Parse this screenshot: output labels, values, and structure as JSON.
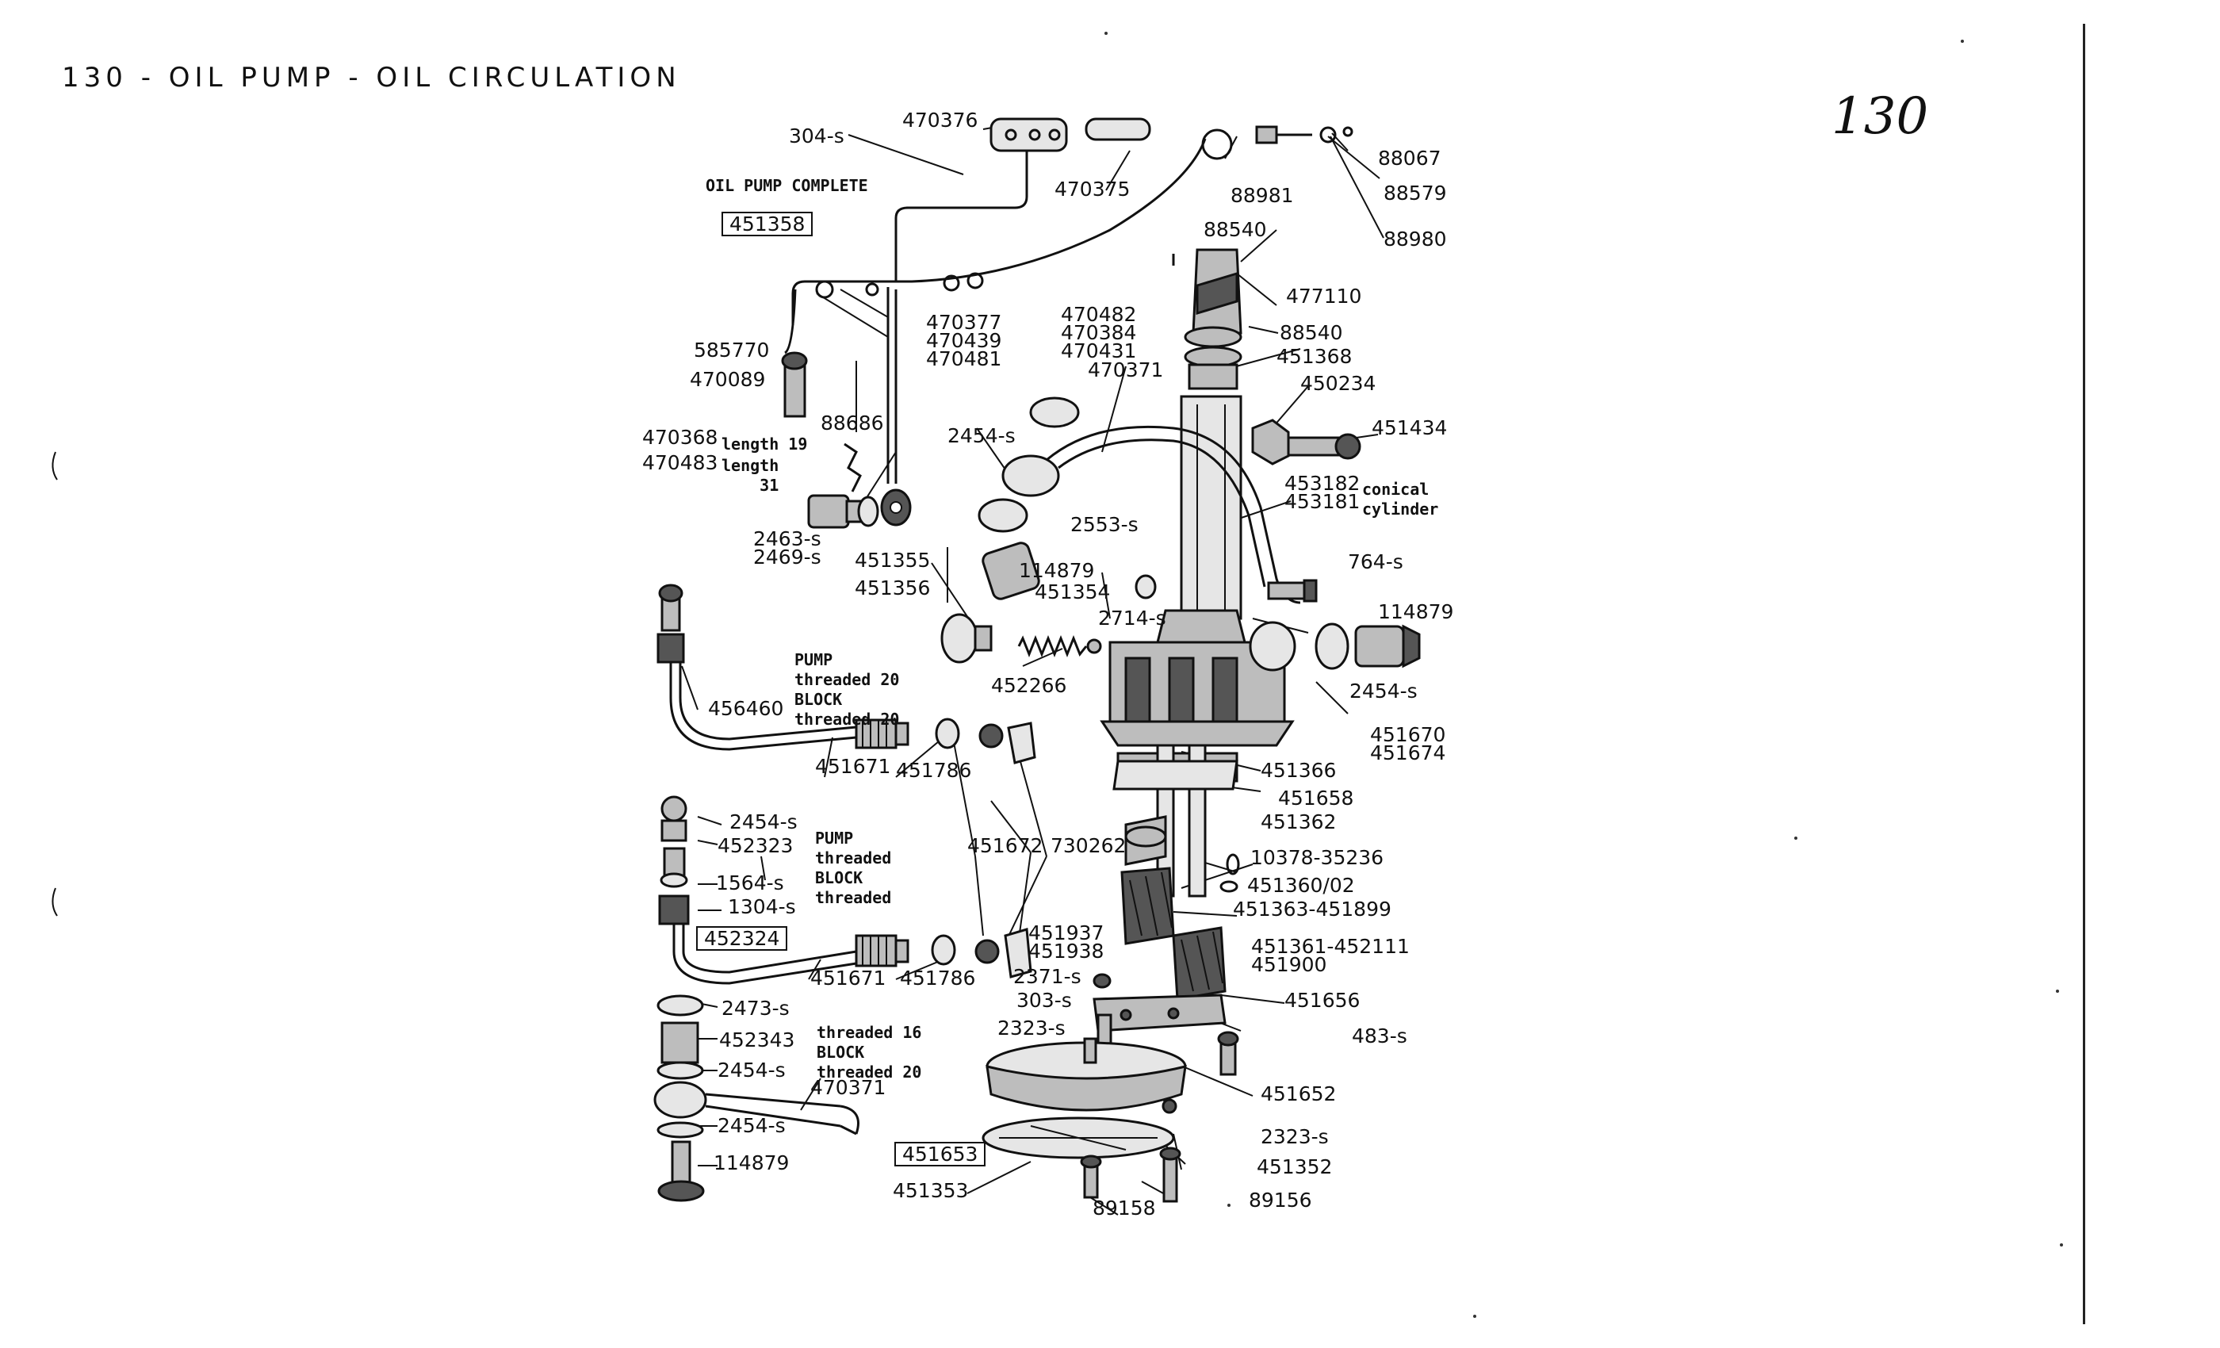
{
  "page": {
    "heading": "130 - OIL PUMP - OIL CIRCULATION",
    "page_number": "130"
  },
  "notes": {
    "oil_pump_complete": "OIL PUMP COMPLETE",
    "pump_threaded_20": "PUMP\nthreaded 20\nBLOCK\nthreaded 20",
    "pump_threaded_blank": "PUMP\nthreaded\nBLOCK\nthreaded",
    "threaded_16_block_20": "threaded 16\nBLOCK\nthreaded 20",
    "conical_cylinder": "conical\ncylinder",
    "length_19": "length 19",
    "length_31": "length\n31"
  },
  "labels": [
    "304-s",
    "470376",
    "470375",
    "88981",
    "88067",
    "88579",
    "88980",
    "451358",
    "88540",
    "477110",
    "470377\n470439\n470481",
    "470482\n470384\n470431",
    "470371",
    "88540",
    "451368",
    "585770",
    "470089",
    "88686",
    "450234",
    "451434",
    "470368",
    "470483",
    "2454-s",
    "453182\n453181",
    "2463-s\n2469-s",
    "2553-s",
    "451355",
    "114879",
    "451356",
    "451354",
    "764-s",
    "2714-s",
    "114879",
    "452266",
    "2454-s",
    "456460",
    "451670\n451674",
    "451671",
    "451786",
    "451366",
    "451658",
    "451362",
    "2454-s",
    "452323",
    "451672",
    "730262",
    "10378-35236",
    "1564-s",
    "1304-s",
    "451360/02",
    "451363-451899",
    "452324",
    "451937\n451938",
    "451361-452111\n451900",
    "451671",
    "451786",
    "2371-s",
    "303-s",
    "451656",
    "2473-s",
    "452343",
    "2323-s",
    "483-s",
    "2454-s",
    "470371",
    "451652",
    "2454-s",
    "2323-s",
    "451653",
    "451352",
    "114879",
    "451353",
    "89158",
    "89156"
  ]
}
